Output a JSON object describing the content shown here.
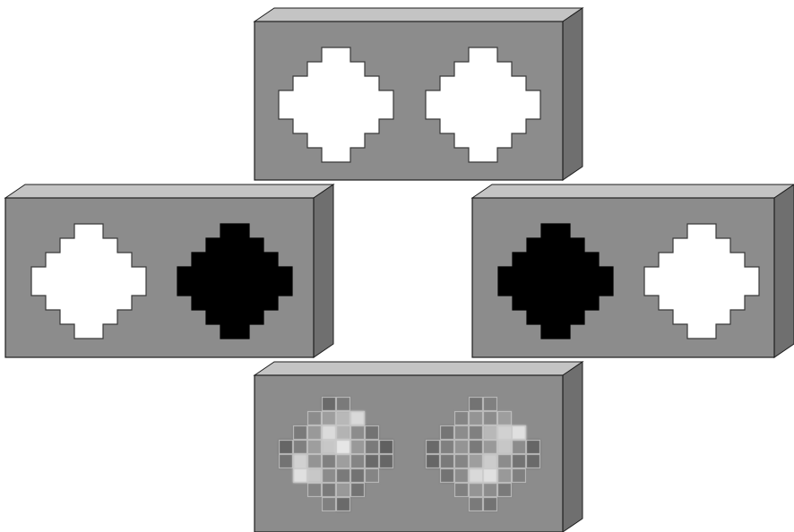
{
  "colors": {
    "face": "#8c8c8c",
    "top_face": "#c4c4c4",
    "side_face": "#6f6f6f",
    "edge": "#1e1e1e",
    "white_window": "#ffffff",
    "black_window": "#000000",
    "cell_line": "#c8c8c8"
  },
  "window_shape": [
    "...XX...",
    "..XXXX..",
    ".XXXXXX.",
    "XXXXXXXX",
    "XXXXXXXX",
    ".XXXXXX.",
    "..XXXX..",
    "...XX..."
  ],
  "blocks": [
    {
      "name": "block-top",
      "left_window": "white",
      "right_window": "white"
    },
    {
      "name": "block-left",
      "left_window": "white",
      "right_window": "black"
    },
    {
      "name": "block-right",
      "left_window": "black",
      "right_window": "white"
    },
    {
      "name": "block-bottom",
      "left_window": "textured",
      "right_window": "textured"
    }
  ],
  "textures": {
    "left": [
      [
        0,
        0,
        0,
        0.42,
        0.48,
        0,
        0,
        0
      ],
      [
        0,
        0,
        0.55,
        0.62,
        0.72,
        0.85,
        0,
        0
      ],
      [
        0,
        0.48,
        0.6,
        0.86,
        0.7,
        0.55,
        0.45,
        0
      ],
      [
        0.4,
        0.5,
        0.62,
        0.78,
        0.9,
        0.6,
        0.48,
        0.38
      ],
      [
        0.45,
        0.82,
        0.58,
        0.5,
        0.62,
        0.52,
        0.42,
        0.4
      ],
      [
        0,
        0.88,
        0.78,
        0.55,
        0.48,
        0.45,
        0.52,
        0
      ],
      [
        0,
        0,
        0.52,
        0.48,
        0.6,
        0.45,
        0,
        0
      ],
      [
        0,
        0,
        0,
        0.5,
        0.42,
        0,
        0,
        0
      ]
    ],
    "right": [
      [
        0,
        0,
        0,
        0.45,
        0.5,
        0,
        0,
        0
      ],
      [
        0,
        0,
        0.52,
        0.58,
        0.55,
        0.62,
        0,
        0
      ],
      [
        0,
        0.46,
        0.55,
        0.5,
        0.72,
        0.82,
        0.88,
        0
      ],
      [
        0.42,
        0.5,
        0.58,
        0.48,
        0.6,
        0.78,
        0.55,
        0.4
      ],
      [
        0.4,
        0.48,
        0.52,
        0.62,
        0.8,
        0.55,
        0.45,
        0.42
      ],
      [
        0,
        0.45,
        0.55,
        0.85,
        0.88,
        0.6,
        0.5,
        0
      ],
      [
        0,
        0,
        0.5,
        0.58,
        0.55,
        0.48,
        0,
        0
      ],
      [
        0,
        0,
        0,
        0.48,
        0.45,
        0,
        0,
        0
      ]
    ]
  }
}
